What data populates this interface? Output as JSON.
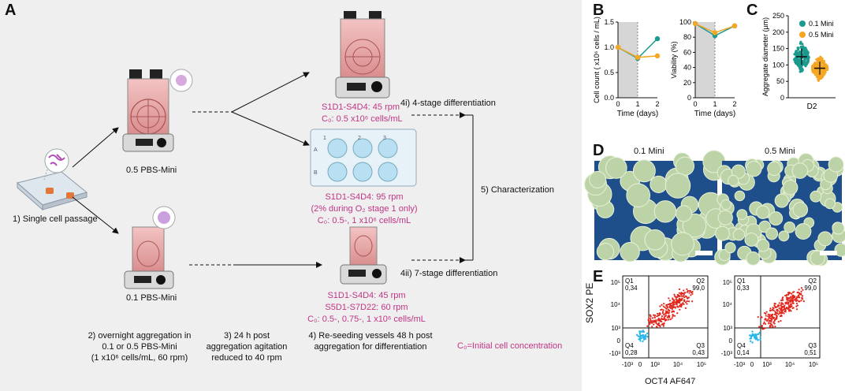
{
  "panels": {
    "A": "A",
    "B": "B",
    "C": "C",
    "D": "D",
    "E": "E"
  },
  "panel_a": {
    "step1": "1) Single cell passage",
    "mini_05": "0.5 PBS-Mini",
    "mini_01": "0.1 PBS-Mini",
    "top_speed": "S1D1-S4D4: 45 rpm",
    "top_c0": "C₀: 0.5 x10⁶ cells/mL",
    "stage4i": "4i) 4-stage differentiation",
    "plate_line1": "S1D1-S4D4: 95 rpm",
    "plate_line2": "(2% during O₂ stage 1 only)",
    "plate_line3": "C₀: 0.5-, 1 x10⁶ cells/mL",
    "plate_cols": [
      "1",
      "2",
      "3"
    ],
    "plate_rows": [
      "A",
      "B"
    ],
    "step5": "5) Characterization",
    "stage4ii": "4ii) 7-stage differentiation",
    "bot_line1": "S1D1-S4D4: 45 rpm",
    "bot_line2": "S5D1-S7D22: 60 rpm",
    "bot_line3": "C₀: 0.5-, 0.75-, 1 x10⁶ cells/mL",
    "step2": [
      "2) overnight aggregation in",
      "0.1 or 0.5 PBS-Mini",
      "(1 x10⁶ cells/mL, 60 rpm)"
    ],
    "step3": [
      "3) 24 h post",
      "aggregation agitation",
      "reduced to 40 rpm"
    ],
    "step4": [
      "4) Re-seeding vessels 48 h post",
      "aggregation for differentiation"
    ],
    "c0_note": "C₀=Initial cell concentration"
  },
  "micro_labels": {
    "left": "0.1 Mini",
    "right": "0.5 Mini"
  },
  "flow": {
    "ylabel": "SOX2 PE",
    "xlabel": "OCT4 AF647",
    "left": {
      "q1": "Q1",
      "q1v": "0,34",
      "q2": "Q2",
      "q2v": "99,0",
      "q3": "Q3",
      "q3v": "0,43",
      "q4": "Q4",
      "q4v": "0,28"
    },
    "right": {
      "q1": "Q1",
      "q1v": "0,33",
      "q2": "Q2",
      "q2v": "99,0",
      "q3": "Q3",
      "q3v": "0,51",
      "q4": "Q4",
      "q4v": "0,14"
    },
    "yticks": [
      "10⁵",
      "10⁴",
      "10³",
      "0",
      "-10³"
    ],
    "xticks": [
      "-10³",
      "0",
      "10³",
      "10⁴",
      "10⁵"
    ]
  },
  "colors": {
    "teal": "#1a9a8c",
    "orange": "#f5a623",
    "pink": "#c03586",
    "red": "#e2261c",
    "cyan": "#29b6e8",
    "bg": "#efefef"
  },
  "chart_data": [
    {
      "type": "line",
      "ylabel": "Cell count ( x10⁶ cells / mL)",
      "xlabel": "Time (days)",
      "x": [
        0,
        1,
        2
      ],
      "ylim": [
        0.0,
        1.5
      ],
      "yticks": [
        "0.0",
        "0.5",
        "1.0",
        "1.5"
      ],
      "xticks": [
        "0",
        "1",
        "2"
      ],
      "shaded_x": [
        0,
        1
      ],
      "series": [
        {
          "name": "0.1 Mini",
          "values": [
            1.0,
            0.78,
            1.17
          ]
        },
        {
          "name": "0.5 Mini",
          "values": [
            1.0,
            0.8,
            0.83
          ]
        }
      ]
    },
    {
      "type": "line",
      "ylabel": "Viability (%)",
      "xlabel": "Time (days)",
      "x": [
        0,
        1,
        2
      ],
      "ylim": [
        0,
        100
      ],
      "yticks": [
        "0",
        "20",
        "40",
        "60",
        "80",
        "100"
      ],
      "xticks": [
        "0",
        "1",
        "2"
      ],
      "shaded_x": [
        0,
        1
      ],
      "series": [
        {
          "name": "0.1 Mini",
          "values": [
            98,
            82,
            95
          ]
        },
        {
          "name": "0.5 Mini",
          "values": [
            98,
            86,
            95
          ]
        }
      ]
    },
    {
      "type": "scatter",
      "ylabel": "Aggregate diameter (µm)",
      "categories": [
        "D2"
      ],
      "ylim": [
        0,
        250
      ],
      "yticks": [
        "0",
        "50",
        "100",
        "150",
        "200",
        "250"
      ],
      "legend": "top-right",
      "series": [
        {
          "name": "0.1 Mini",
          "mean": 125,
          "sd": 25
        },
        {
          "name": "0.5 Mini",
          "mean": 90,
          "sd": 20
        }
      ]
    }
  ]
}
